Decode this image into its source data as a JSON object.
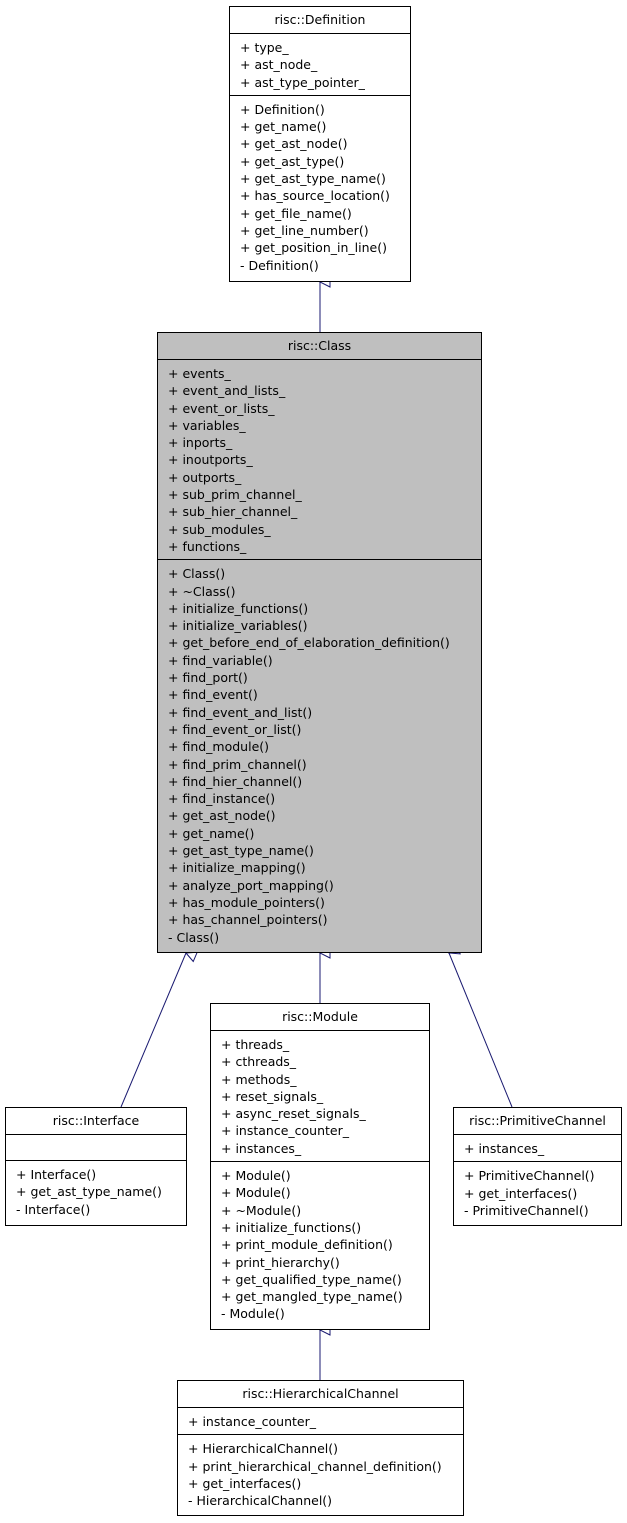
{
  "classes": {
    "definition": {
      "name": "risc::Definition",
      "attributes": [
        "+ type_",
        "+ ast_node_",
        "+ ast_type_pointer_"
      ],
      "methods": [
        "+ Definition()",
        "+ get_name()",
        "+ get_ast_node()",
        "+ get_ast_type()",
        "+ get_ast_type_name()",
        "+ has_source_location()",
        "+ get_file_name()",
        "+ get_line_number()",
        "+ get_position_in_line()",
        "- Definition()"
      ]
    },
    "class": {
      "name": "risc::Class",
      "attributes": [
        "+ events_",
        "+ event_and_lists_",
        "+ event_or_lists_",
        "+ variables_",
        "+ inports_",
        "+ inoutports_",
        "+ outports_",
        "+ sub_prim_channel_",
        "+ sub_hier_channel_",
        "+ sub_modules_",
        "+ functions_"
      ],
      "methods": [
        "+ Class()",
        "+ ~Class()",
        "+ initialize_functions()",
        "+ initialize_variables()",
        "+ get_before_end_of_elaboration_definition()",
        "+ find_variable()",
        "+ find_port()",
        "+ find_event()",
        "+ find_event_and_list()",
        "+ find_event_or_list()",
        "+ find_module()",
        "+ find_prim_channel()",
        "+ find_hier_channel()",
        "+ find_instance()",
        "+ get_ast_node()",
        "+ get_name()",
        "+ get_ast_type_name()",
        "+ initialize_mapping()",
        "+ analyze_port_mapping()",
        "+ has_module_pointers()",
        "+ has_channel_pointers()",
        "- Class()"
      ]
    },
    "interface": {
      "name": "risc::Interface",
      "attributes": [],
      "methods": [
        "+ Interface()",
        "+ get_ast_type_name()",
        "- Interface()"
      ]
    },
    "module": {
      "name": "risc::Module",
      "attributes": [
        "+ threads_",
        "+ cthreads_",
        "+ methods_",
        "+ reset_signals_",
        "+ async_reset_signals_",
        "+ instance_counter_",
        "+ instances_"
      ],
      "methods": [
        "+ Module()",
        "+ Module()",
        "+ ~Module()",
        "+ initialize_functions()",
        "+ print_module_definition()",
        "+ print_hierarchy()",
        "+ get_qualified_type_name()",
        "+ get_mangled_type_name()",
        "- Module()"
      ]
    },
    "primitive_channel": {
      "name": "risc::PrimitiveChannel",
      "attributes": [
        "+ instances_"
      ],
      "methods": [
        "+ PrimitiveChannel()",
        "+ get_interfaces()",
        "- PrimitiveChannel()"
      ]
    },
    "hierarchical_channel": {
      "name": "risc::HierarchicalChannel",
      "attributes": [
        "+ instance_counter_"
      ],
      "methods": [
        "+ HierarchicalChannel()",
        "+ print_hierarchical_channel_definition()",
        "+ get_interfaces()",
        "- HierarchicalChannel()"
      ]
    }
  },
  "colors": {
    "edge": "#191970",
    "highlight": "#bfbfbf"
  }
}
